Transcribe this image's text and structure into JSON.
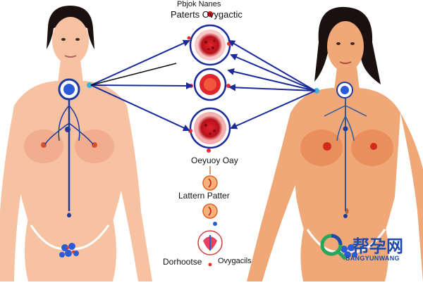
{
  "labels": {
    "title_top": "Pbjok Nanes",
    "title_sub": "Paterts  Ovygactic",
    "mid_label": "Oeyuoy Oay",
    "pattern_label": "Lattern    Patter",
    "bottom_left": "Dorhootse",
    "bottom_right": "Ovygacils"
  },
  "watermark": {
    "text_cn": "帮孕网",
    "text_en": "BANGYUNWANG"
  },
  "colors": {
    "skin_left": "#f6c2a2",
    "skin_right": "#f0a878",
    "vessel_blue": "#1d3a9e",
    "arrow_blue": "#1a2a9a",
    "organ_red": "#c8141e",
    "outline_red": "#e04040"
  }
}
